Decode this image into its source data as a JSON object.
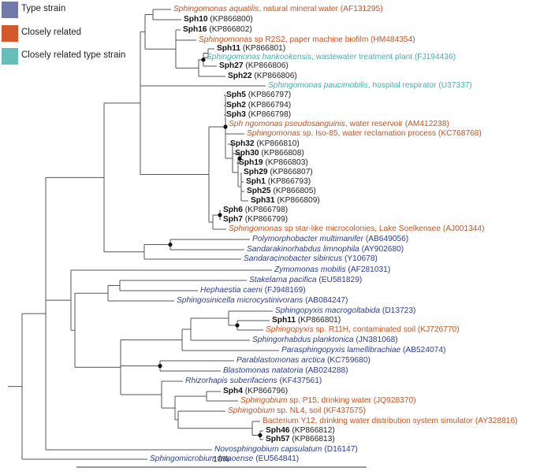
{
  "legend": [
    {
      "label": "Type strain",
      "color": "#7079a8"
    },
    {
      "label": "Closely related",
      "color": "#d4582a"
    },
    {
      "label": "Closely related type strain",
      "color": "#66bdb9"
    }
  ],
  "colors": {
    "type": "#2c3d8f",
    "related": "#c5541f",
    "related_type": "#4aaeaa",
    "isolate": "#111111",
    "branch": "#555555"
  },
  "scale_bar_label": "10%",
  "leaves": [
    {
      "id": "L1",
      "name": "Sphingomonas aquatilis",
      "suffix": ", natural mineral water (AF131295)",
      "style": "related"
    },
    {
      "id": "L2",
      "name": "Sph10",
      "suffix": " (KP866800)",
      "style": "isolate"
    },
    {
      "id": "L3",
      "name": "Sph16",
      "suffix": " (KP866802)",
      "style": "isolate"
    },
    {
      "id": "L4",
      "name": "Sphingomonas",
      "suffix": " sp R2S2, paper machine biofilm (HM484354)",
      "style": "related"
    },
    {
      "id": "L5",
      "name": "Sph11",
      "suffix": " (KP866801)",
      "style": "isolate"
    },
    {
      "id": "L6",
      "name": "Sphingomonas hankookensis",
      "suffix": ", wastewater treatment plant (FJ194436)",
      "style": "related_type"
    },
    {
      "id": "L7",
      "name": "Sph27",
      "suffix": " (KP866806)",
      "style": "isolate"
    },
    {
      "id": "L8",
      "name": "Sph22",
      "suffix": " (KP866806)",
      "style": "isolate"
    },
    {
      "id": "L9",
      "name": "Sphingomonas paucimobilis",
      "suffix": ", hospital respirator (U37337)",
      "style": "related_type"
    },
    {
      "id": "L10",
      "name": "Sph5",
      "suffix": " (KP866797)",
      "style": "isolate"
    },
    {
      "id": "L11",
      "name": "Sph2",
      "suffix": " (KP866794)",
      "style": "isolate"
    },
    {
      "id": "L12",
      "name": "Sph3",
      "suffix": " (KP866798)",
      "style": "isolate"
    },
    {
      "id": "L13",
      "name": "Sph ngomonas pseudosanguinis",
      "suffix": ", water reservoir (AM412238)",
      "style": "related"
    },
    {
      "id": "L14",
      "name": "Sphingomonas",
      "suffix": " sp. Iso-85, water reclamation process (KC768768)",
      "style": "related"
    },
    {
      "id": "L15",
      "name": "Sph32",
      "suffix": " (KP866810)",
      "style": "isolate"
    },
    {
      "id": "L16",
      "name": "Sph30",
      "suffix": " (KP866808)",
      "style": "isolate"
    },
    {
      "id": "L17",
      "name": "Sph19",
      "suffix": " (KP866803)",
      "style": "isolate"
    },
    {
      "id": "L18",
      "name": "Sph29",
      "suffix": " (KP866807)",
      "style": "isolate"
    },
    {
      "id": "L19",
      "name": "Sph1",
      "suffix": " (KP866793)",
      "style": "isolate"
    },
    {
      "id": "L20",
      "name": "Sph25",
      "suffix": " (KP866805)",
      "style": "isolate"
    },
    {
      "id": "L21",
      "name": "Sph31",
      "suffix": " (KP866809)",
      "style": "isolate"
    },
    {
      "id": "L22",
      "name": "Sph6",
      "suffix": " (KP866798)",
      "style": "isolate"
    },
    {
      "id": "L23",
      "name": "Sph7",
      "suffix": " (KP866799)",
      "style": "isolate"
    },
    {
      "id": "L24",
      "name": "Sphingomonas",
      "suffix": " sp star-like microcolonies, Lake Soelkensee (AJ001344)",
      "style": "related"
    },
    {
      "id": "L25",
      "name": "Polymorphobacter multimanifer",
      "suffix": " (AB649056)",
      "style": "type"
    },
    {
      "id": "L26",
      "name": "Sandarakinorhabdus limnophila",
      "suffix": " (AY902680)",
      "style": "type"
    },
    {
      "id": "L27",
      "name": "Sandaracinobacter sibiricus",
      "suffix": " (Y10678)",
      "style": "type"
    },
    {
      "id": "L28",
      "name": "Zymomonas mobilis",
      "suffix": " (AF281031)",
      "style": "type"
    },
    {
      "id": "L29",
      "name": "Stakelama pacifica",
      "suffix": " (EU581829)",
      "style": "type"
    },
    {
      "id": "L30",
      "name": "Hephaestia caeni",
      "suffix": " (FJ948169)",
      "style": "type"
    },
    {
      "id": "L31",
      "name": "Sphingosinicella microcystinivorans",
      "suffix": " (AB084247)",
      "style": "type"
    },
    {
      "id": "L32",
      "name": "Sphingopyxis macrogoltabida",
      "suffix": " (D13723)",
      "style": "type"
    },
    {
      "id": "L33",
      "name": "Sph11",
      "suffix": " (KP866801)",
      "style": "isolate"
    },
    {
      "id": "L34",
      "name": "Sphingopyxis",
      "suffix": " sp. R11H, contaminated soil (KJ726770)",
      "style": "related"
    },
    {
      "id": "L35",
      "name": "Sphingorhabdus planktonica",
      "suffix": " (JN381068)",
      "style": "type"
    },
    {
      "id": "L36",
      "name": "Parasphingopyxis lamellibrachiae",
      "suffix": " (AB524074)",
      "style": "type"
    },
    {
      "id": "L37",
      "name": "Parablastomonas arctica",
      "suffix": " (KC759680)",
      "style": "type"
    },
    {
      "id": "L38",
      "name": "Blastomonas natatoria",
      "suffix": " (AB024288)",
      "style": "type"
    },
    {
      "id": "L39",
      "name": "Rhizorhapis suberifaciens",
      "suffix": " (KF437561)",
      "style": "type"
    },
    {
      "id": "L40",
      "name": "Sph4",
      "suffix": " (KP866796)",
      "style": "isolate"
    },
    {
      "id": "L41",
      "name": "Sphingobium",
      "suffix": " sp. P15, drinking water (JQ928370)",
      "style": "related"
    },
    {
      "id": "L42",
      "name": "Sphingobium",
      "suffix": " sp. NL4, soil (KF437575)",
      "style": "related"
    },
    {
      "id": "L43",
      "name": "Bacterium Y12",
      "suffix": ", drinking water distribution system simulator (AY328816)",
      "style": "related_plain"
    },
    {
      "id": "L44",
      "name": "Sph46",
      "suffix": " (KP866812)",
      "style": "isolate"
    },
    {
      "id": "L45",
      "name": "Sph57",
      "suffix": " (KP866813)",
      "style": "isolate"
    },
    {
      "id": "L46",
      "name": "Novosphingobium capsulatum",
      "suffix": " (D16147)",
      "style": "type"
    },
    {
      "id": "L47",
      "name": "Sphingomicrobium lutaoense",
      "suffix": " (EU564841)",
      "style": "type"
    }
  ]
}
